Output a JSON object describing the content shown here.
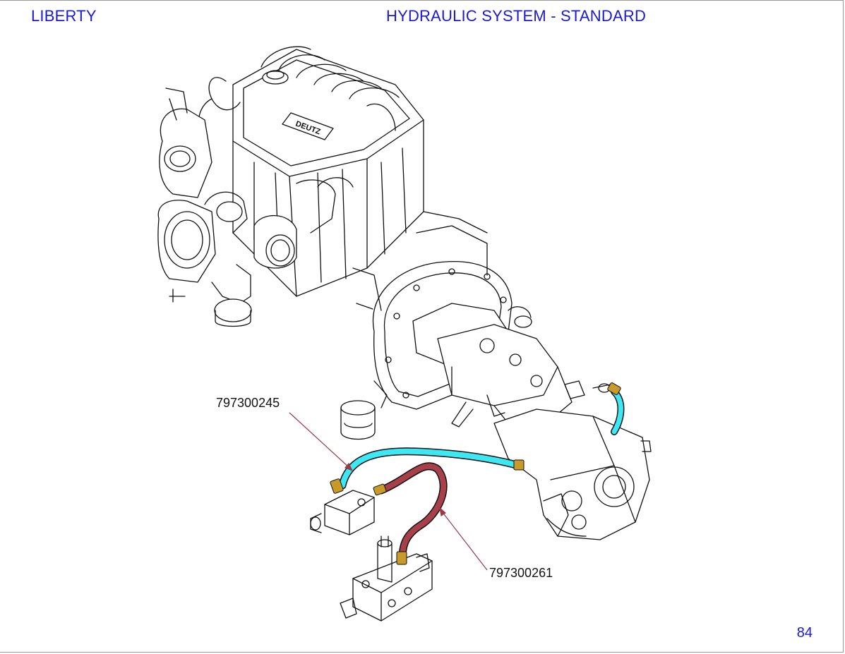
{
  "header": {
    "model": "LIBERTY",
    "title": "HYDRAULIC SYSTEM - STANDARD"
  },
  "callouts": [
    {
      "part_number": "797300245",
      "color": "#3de8f2"
    },
    {
      "part_number": "797300261",
      "color": "#a8404a"
    }
  ],
  "engine_badge": "DEUTZ",
  "page_number": "84",
  "colors": {
    "header_text": "#1a1ad6",
    "leader_line": "#9a3a4a",
    "hose_cyan": "#3de8f2",
    "hose_red": "#a8404a",
    "fitting_brass": "#c89a2a"
  }
}
